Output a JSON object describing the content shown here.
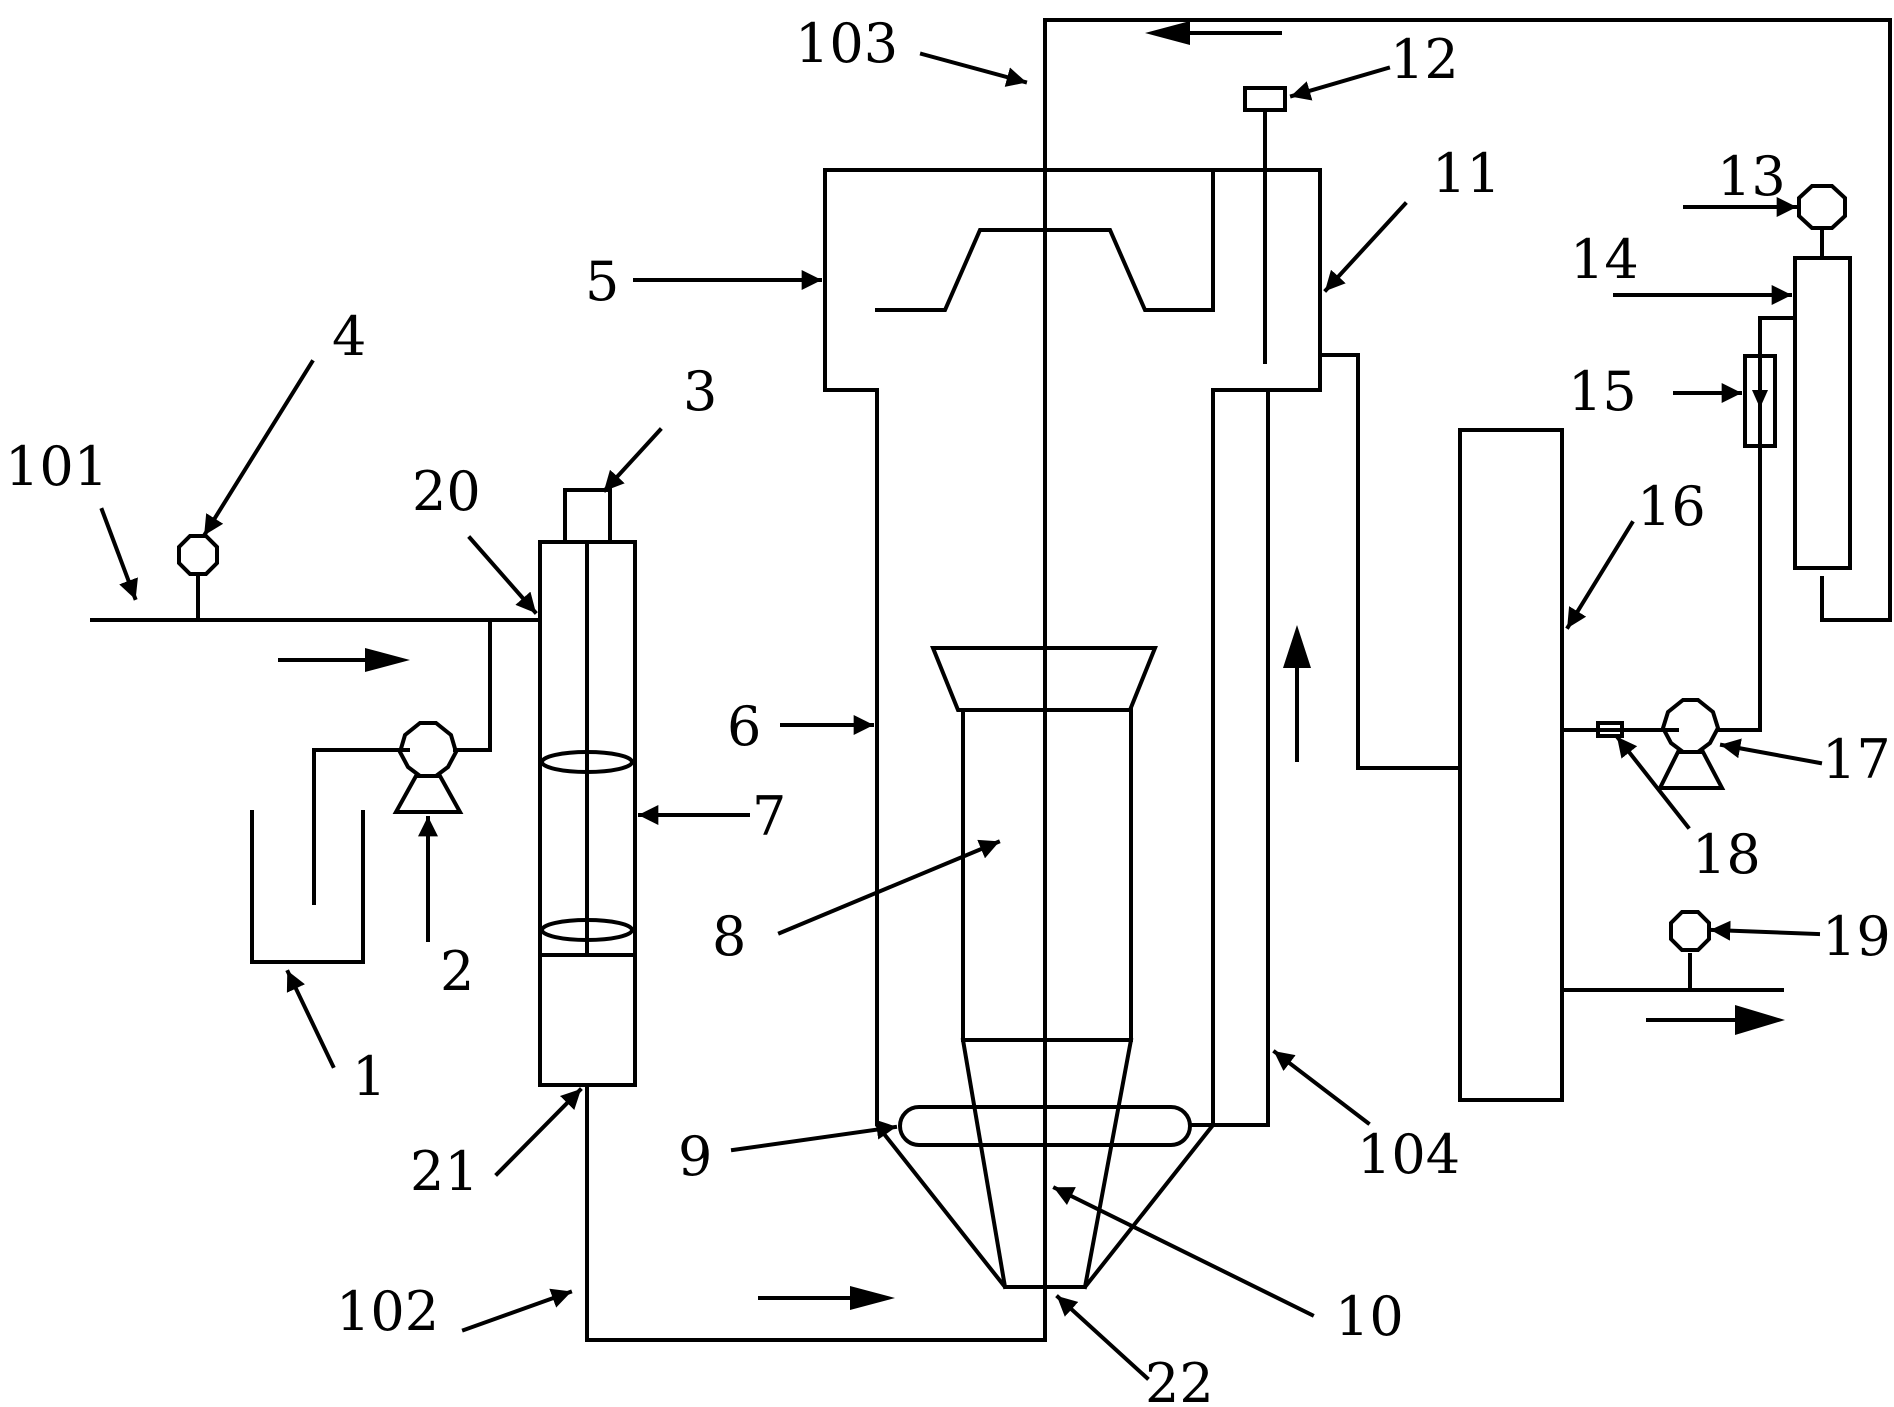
{
  "labels": {
    "l1": "1",
    "l2": "2",
    "l3": "3",
    "l4": "4",
    "l5": "5",
    "l6": "6",
    "l7": "7",
    "l8": "8",
    "l9": "9",
    "l10": "10",
    "l11": "11",
    "l12": "12",
    "l13": "13",
    "l14": "14",
    "l15": "15",
    "l16": "16",
    "l17": "17",
    "l18": "18",
    "l19": "19",
    "l20": "20",
    "l21": "21",
    "l22": "22",
    "l101": "101",
    "l102": "102",
    "l103": "103",
    "l104": "104"
  }
}
